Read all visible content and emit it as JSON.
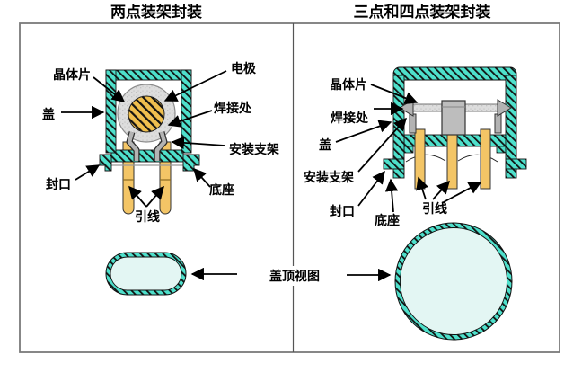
{
  "titles": {
    "left": "两点装架封装",
    "right": "三点和四点装架封装"
  },
  "left_diagram": {
    "labels": {
      "crystal": "晶体片",
      "electrode": "电极",
      "cover": "盖",
      "weld": "焊接处",
      "bracket": "安装支架",
      "seal": "封口",
      "base": "底座",
      "leads": "引线"
    }
  },
  "right_diagram": {
    "labels": {
      "crystal": "晶体片",
      "weld": "焊接处",
      "cover": "盖",
      "bracket": "安装支架",
      "seal": "封口",
      "base": "底座",
      "leads": "引线"
    }
  },
  "top_view": {
    "label": "盖顶视图"
  },
  "colors": {
    "hatch_teal": "#4ee0cb",
    "hatch_line": "#111111",
    "lead_yellow": "#f3c566",
    "electrode_gold": "#f0bf4e",
    "crystal_gray": "#dddddd",
    "crystal_dot": "#c2c2c2",
    "clip_gray": "#b3b3b3",
    "block_gray": "#bdbdbd",
    "topview_fill": "#e3f6f3",
    "border_gray": "#7a7a7a",
    "arrow_black": "#000000"
  }
}
